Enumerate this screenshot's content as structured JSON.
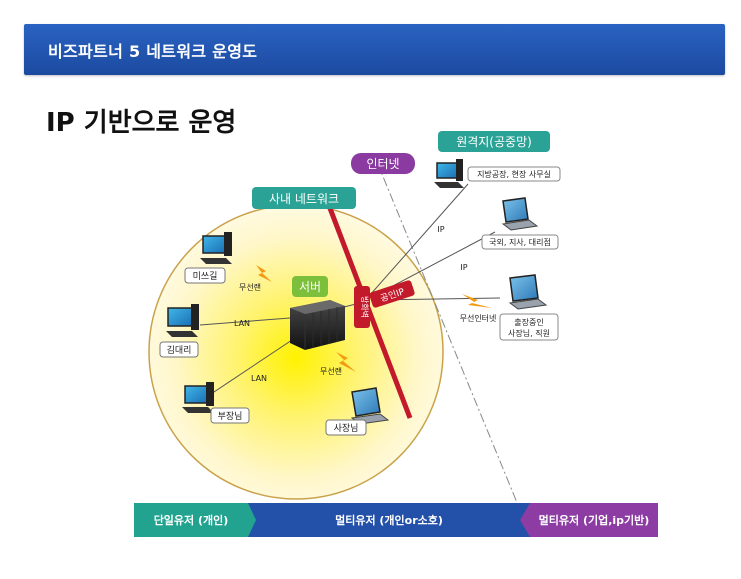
{
  "header": {
    "title": "비즈파트너 5 네트워크 운영도"
  },
  "page": {
    "title": "IP 기반으로 운영"
  },
  "diagram": {
    "internal_network_label": "사내 네트워크",
    "internet_label": "인터넷",
    "remote_label": "원격지(공중망)",
    "server_label": "서버",
    "firewall_label": "방화벽",
    "public_ip_label": "공인IP",
    "clients": {
      "misseugil": "미쓰길",
      "kimdaeri": "김대리",
      "bujangnim": "부장님",
      "sajangnim": "사장님"
    },
    "links": {
      "wireless_top": "무선랜",
      "lan_top": "LAN",
      "lan_bottom": "LAN",
      "wireless_bottom": "무선랜",
      "ip_1": "IP",
      "ip_2": "IP",
      "wireless_internet": "무선인터넷"
    },
    "remote_sites": {
      "branch": "지방공장, 현장 사무실",
      "overseas": "국외, 지사, 대리점",
      "business_trip_line1": "출장중인",
      "business_trip_line2": "사장님, 직원"
    }
  },
  "footer_bar": {
    "segment_1": "단일유저 (개인)",
    "segment_2": "멀티유저 (개인or소호)",
    "segment_3": "멀티유저 (기업,ip기반)"
  },
  "colors": {
    "header_blue": "#2158b5",
    "teal": "#2aa396",
    "purple": "#8a3aa0",
    "firewall_red": "#c2192b",
    "footer_teal": "#22a38f",
    "footer_blue": "#2350a8",
    "footer_purple": "#8c3ca2"
  }
}
